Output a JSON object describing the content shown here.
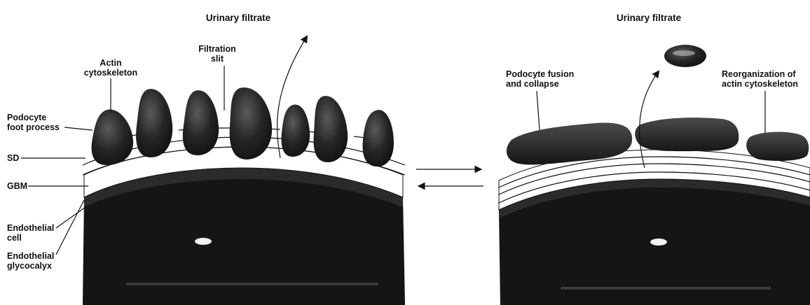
{
  "left_panel": {
    "title": "Urinary filtrate",
    "labels": {
      "actin_line1": "Actin",
      "actin_line2": "cytoskeleton",
      "slit_line1": "Filtration",
      "slit_line2": "slit",
      "podocyte_line1": "Podocyte",
      "podocyte_line2": "foot process",
      "sd": "SD",
      "gbm": "GBM",
      "endo_cell_line1": "Endothelial",
      "endo_cell_line2": "cell",
      "glyco_line1": "Endothelial",
      "glyco_line2": "glycocalyx"
    }
  },
  "right_panel": {
    "title": "Urinary filtrate",
    "labels": {
      "fusion_line1": "Podocyte fusion",
      "fusion_line2": "and collapse",
      "reorg_line1": "Reorganization of",
      "reorg_line2": "actin cytoskeleton"
    }
  }
}
